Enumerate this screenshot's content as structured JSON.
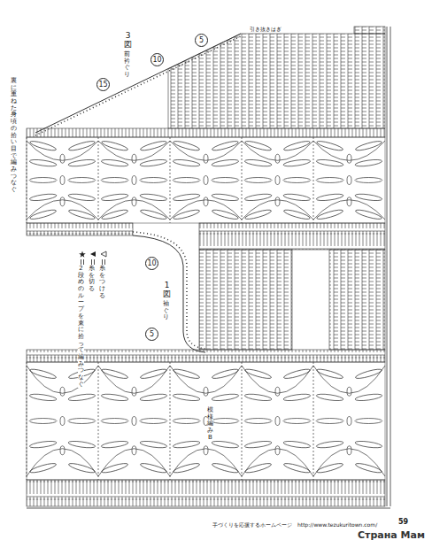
{
  "diagram": {
    "labels": [
      "3図",
      "前衿ぐり",
      "引き抜きはぎ",
      "15",
      "10",
      "5",
      "裏に重ねた身頃の拾い目で編みつなぐ",
      "1図",
      "袖ぐり",
      "10",
      "5",
      "模様編みB",
      "手づくりを応援するホームページ",
      "http://www.tezukuritown.com/",
      "59",
      "Страна Мам"
    ],
    "legend": [
      {
        "text": "糸をつける"
      },
      {
        "text": "糸を切る"
      },
      {
        "text": "2段めのループを束に拾って編みつなぐ"
      }
    ]
  }
}
